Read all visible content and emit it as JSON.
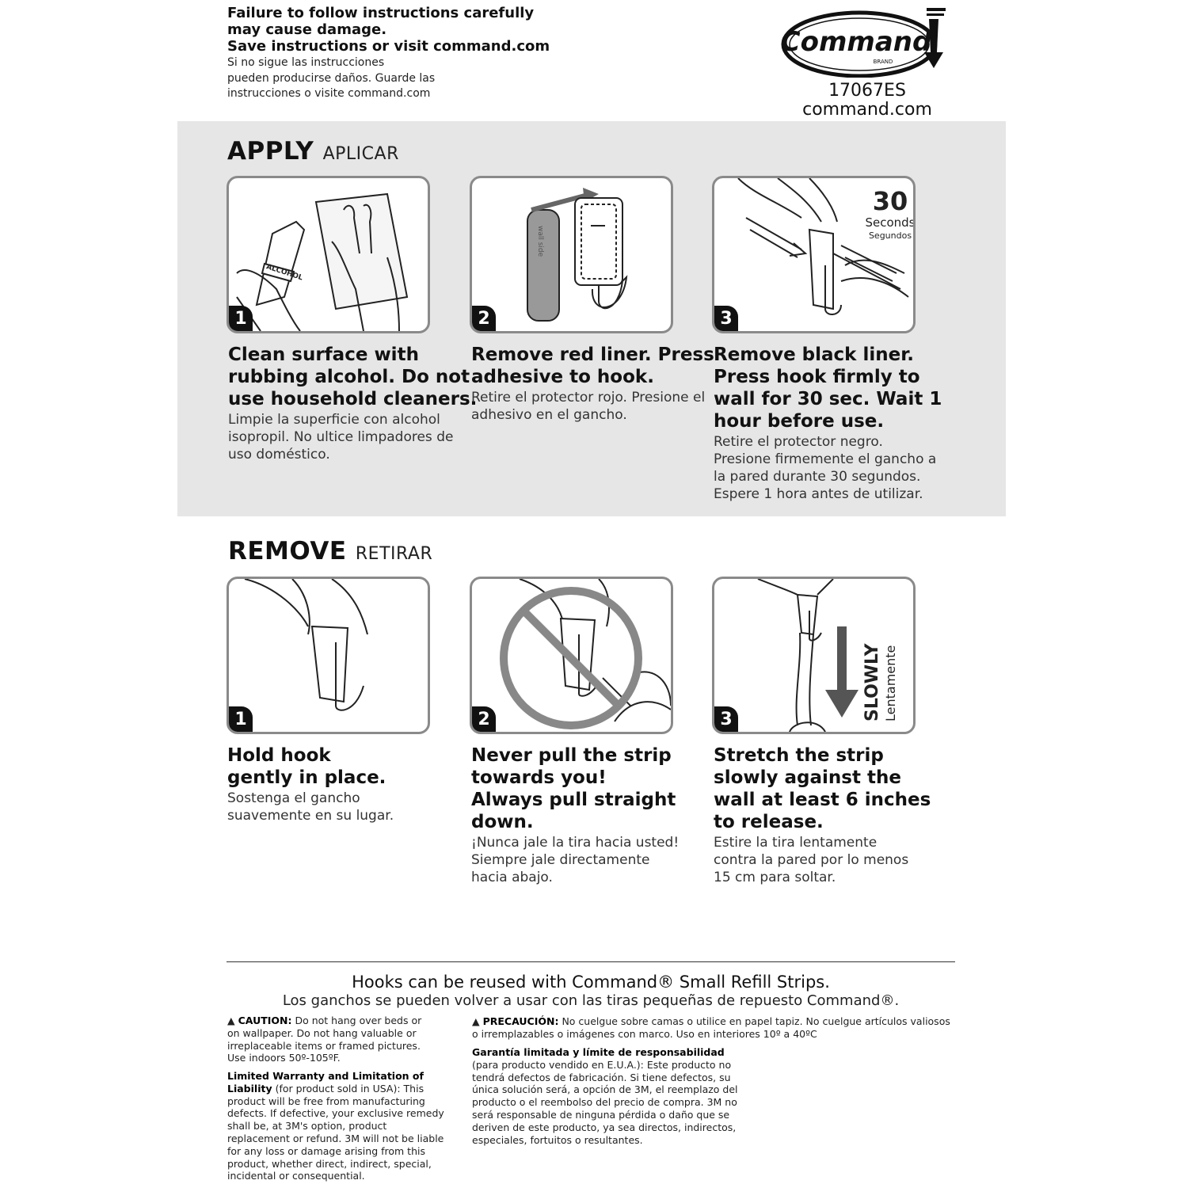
{
  "header": {
    "warning_lines": [
      "Failure to follow instructions carefully",
      "may cause damage.",
      "Save instructions or visit command.com"
    ],
    "warning_es_lines": [
      "Si no sigue las instrucciones",
      "pueden producirse daños. Guarde las",
      "instrucciones o visite command.com"
    ],
    "logo_text": "Command",
    "logo_sub": "BRAND",
    "sku": "17067ES",
    "website": "command.com"
  },
  "apply": {
    "title": "APPLY",
    "title_es": "APLICAR",
    "steps": [
      {
        "number": "1",
        "heading": "Clean surface with rubbing alcohol. Do not use household cleaners.",
        "text_es": "Limpie la superficie con alcohol isopropil. No ultice limpadores de uso doméstico.",
        "image_label": "ALCOHOL"
      },
      {
        "number": "2",
        "heading": "Remove red liner. Press adhesive to hook.",
        "text_es": "Retire el protector rojo. Presione el adhesivo en el gancho.",
        "image_label": "wall side"
      },
      {
        "number": "3",
        "heading": "Remove black liner. Press hook firmly to wall for 30 sec. Wait 1 hour before use.",
        "text_es": "Retire el protector negro. Presione firmemente el gancho a la pared durante 30 segundos. Espere 1 hora antes de utilizar.",
        "timer_value": "30",
        "timer_unit": "Seconds",
        "timer_unit_es": "Segundos"
      }
    ]
  },
  "remove": {
    "title": "REMOVE",
    "title_es": "RETIRAR",
    "steps": [
      {
        "number": "1",
        "heading": "Hold hook gently in place.",
        "text_es": "Sostenga el gancho suavemente en su lugar."
      },
      {
        "number": "2",
        "heading": "Never pull the strip towards you! Always pull straight down.",
        "text_es": "¡Nunca jale la tira hacia usted! Siempre jale directamente hacia abajo."
      },
      {
        "number": "3",
        "heading": "Stretch the strip slowly against the wall at least 6 inches to release.",
        "text_es": "Estire la tira lentamente contra la pared por lo menos 15 cm para soltar.",
        "image_label": "SLOWLY",
        "image_label_es": "Lentamente"
      }
    ]
  },
  "footer": {
    "reuse": "Hooks can be reused with Command® Small Refill Strips.",
    "reuse_es": "Los ganchos se pueden volver a usar con las tiras pequeñas de repuesto Command®.",
    "caution_label": "CAUTION:",
    "caution_text": "Do not hang over beds or on wallpaper. Do not hang valuable or irreplaceable items or framed pictures. Use indoors 50º-105ºF.",
    "warranty_label": "Limited Warranty and Limitation of Liability",
    "warranty_text": "(for product sold in USA): This product will be free from manufacturing defects. If defective, your exclusive remedy shall be, at 3M's option, product replacement or refund. 3M will not be liable for any loss or damage arising from this product, whether direct, indirect, special, incidental or consequential.",
    "caution_es_label": "PRECAUCIÓN:",
    "caution_es_text": "No cuelgue sobre camas o utilice en papel tapiz. No cuelgue artículos valiosos o irremplazables o imágenes con marco. Uso en interiores 10º a 40ºC",
    "warranty_es_label": "Garantía limitada y límite de responsabilidad",
    "warranty_es_text": "(para producto vendido en E.U.A.): Este producto no tendrá defectos de fabricación. Si tiene defectos, su única solución será, a opción de 3M, el reemplazo del producto o el reembolso del precio de compra. 3M no será responsable de ninguna pérdida o daño que se deriven de este producto, ya sea directos, indirectos, especiales, fortuitos o resultantes."
  }
}
